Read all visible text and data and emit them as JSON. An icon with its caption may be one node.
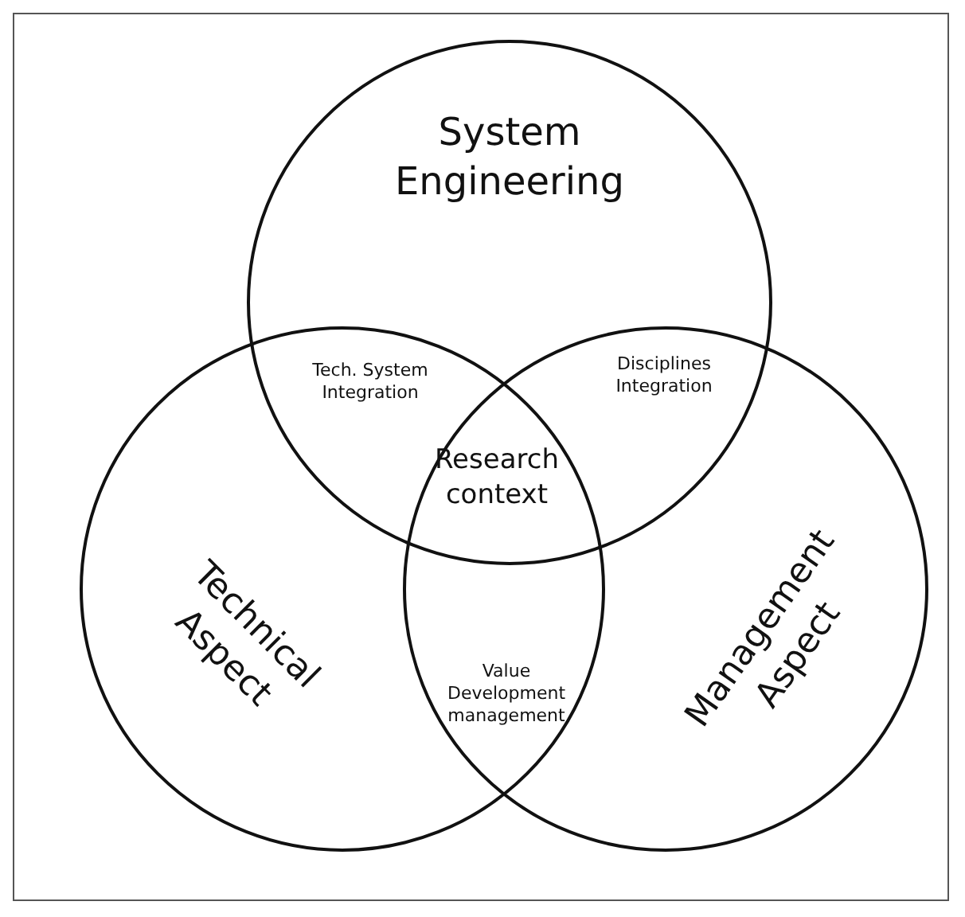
{
  "diagram": {
    "nodes": [
      {
        "text": [
          "System Engineering"
        ]
      },
      {
        "text": [
          "Technical Aspect"
        ]
      },
      {
        "text": [
          "Management Aspect"
        ]
      }
    ],
    "labels": [
      "Tech. System Integration",
      "Disciplines Integration",
      "Research context",
      "Value Development management"
    ]
  }
}
